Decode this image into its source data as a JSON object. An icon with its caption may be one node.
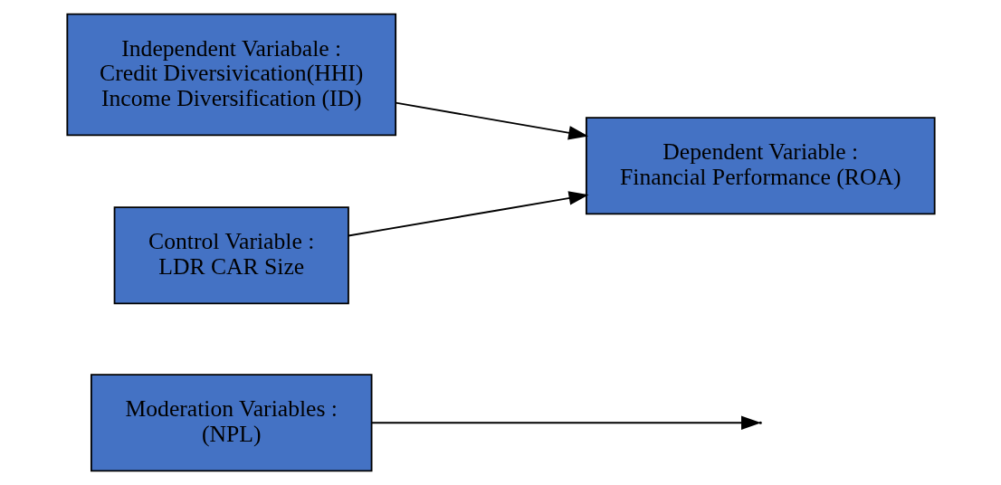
{
  "diagram": {
    "nodes": [
      {
        "text": [
          "Moderation Variables :",
          "(NPL)"
        ]
      },
      {
        "text": [
          "Independent Variabale :",
          "Credit Diversivication(HHI)",
          "Income Diversification (ID)"
        ]
      },
      {
        "text": [
          "Dependent Variable :",
          "Financial Performance (ROA)"
        ]
      },
      {
        "text": [
          "Control Variable :",
          "LDR CAR Size"
        ]
      }
    ],
    "edges": [
      {
        "from": 0,
        "to": null,
        "arrow": "to"
      },
      {
        "from": 1,
        "to": 2,
        "arrow": "to"
      },
      {
        "from": 3,
        "to": 2,
        "arrow": "to"
      }
    ]
  }
}
